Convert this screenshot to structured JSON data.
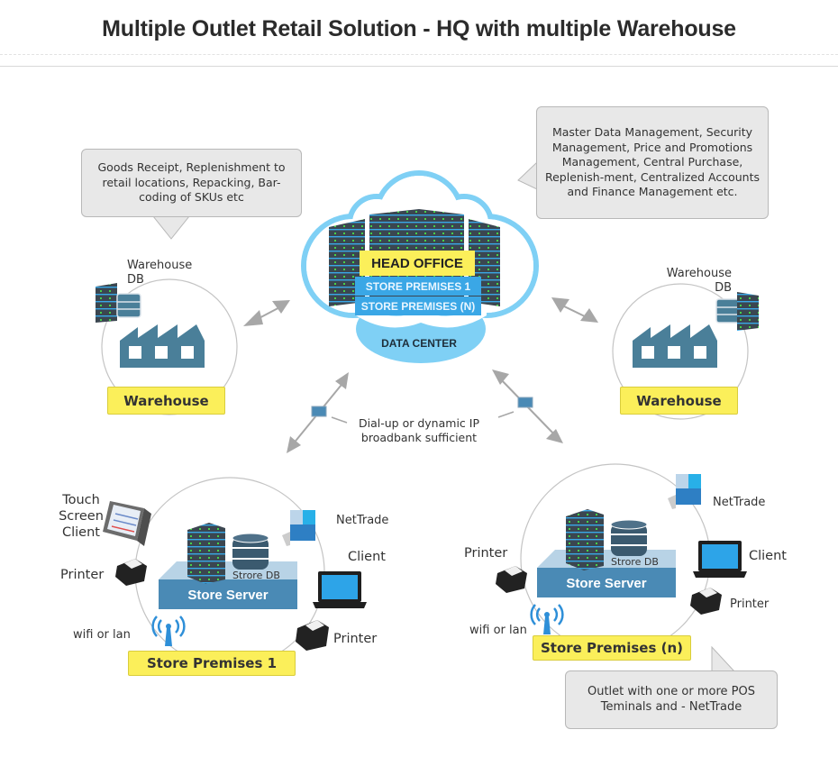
{
  "page": {
    "title": "Multiple Outlet Retail Solution - HQ with multiple Warehouse"
  },
  "colors": {
    "cloud": "#7fd0f5",
    "server_blue": "#4a8ab5",
    "warehouse_icon": "#4a7f99",
    "label_yellow": "#fbef5a",
    "store_premises_band": "#3aa7e6",
    "callout_bg": "#e8e8e8",
    "arrow": "#a7a7a7"
  },
  "callouts": {
    "warehouse": "Goods Receipt, Replenishment to retail locations, Repacking, Bar-coding of SKUs etc",
    "head_office": "Master Data Management, Security Management, Price and Promotions Management, Central Purchase, Replenish-ment, Centralized Accounts and Finance Management etc.",
    "outlet": "Outlet with one or more POS Teminals and - NetTrade"
  },
  "data_center": {
    "head_office": "HEAD OFFICE",
    "store_premises_1": "STORE PREMISES 1",
    "store_premises_n": "STORE PREMISES (N)",
    "label": "DATA CENTER"
  },
  "warehouses": [
    {
      "db_label_line1": "Warehouse",
      "db_label_line2": "DB",
      "label": "Warehouse"
    },
    {
      "db_label_line1": "Warehouse",
      "db_label_line2": "DB",
      "label": "Warehouse"
    }
  ],
  "connection_note": {
    "line1": "Dial-up or dynamic IP",
    "line2": "broadbank sufficient"
  },
  "store1": {
    "touch_line1": "Touch",
    "touch_line2": "Screen",
    "touch_line3": "Client",
    "printer_left": "Printer",
    "wifi": "wifi or lan",
    "nettrade": "NetTrade",
    "client": "Client",
    "printer_right": "Printer",
    "db": "Strore DB",
    "server": "Store Server",
    "label": "Store Premises 1"
  },
  "storeN": {
    "printer_left": "Printer",
    "wifi": "wifi or lan",
    "nettrade": "NetTrade",
    "client": "Client",
    "printer_right": "Printer",
    "db": "Strore DB",
    "server": "Store Server",
    "label": "Store Premises (n)"
  }
}
